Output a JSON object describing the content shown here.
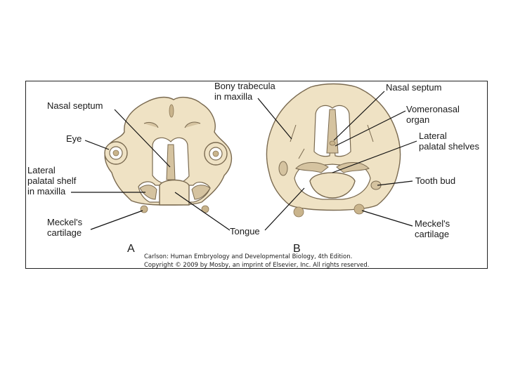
{
  "labels": {
    "nasal_septum_a": "Nasal septum",
    "eye": "Eye",
    "lateral_palatal_shelf_line1": "Lateral",
    "lateral_palatal_shelf_line2": "palatal shelf",
    "lateral_palatal_shelf_line3": "in maxilla",
    "meckels_a_line1": "Meckel's",
    "meckels_a_line2": "cartilage",
    "tongue": "Tongue",
    "bony_trabecula_line1": "Bony trabecula",
    "bony_trabecula_line2": "in maxilla",
    "nasal_septum_b": "Nasal septum",
    "vomeronasal_line1": "Vomeronasal",
    "vomeronasal_line2": "organ",
    "lateral_shelves_line1": "Lateral",
    "lateral_shelves_line2": "palatal shelves",
    "tooth_bud": "Tooth bud",
    "meckels_b_line1": "Meckel's",
    "meckels_b_line2": "cartilage"
  },
  "panels": {
    "a": "A",
    "b": "B"
  },
  "credit": {
    "line1": "Carlson: Human Embryology and Developmental Biology, 4th Edition.",
    "line2": "Copyright © 2009 by Mosby, an imprint of Elsevier, Inc. All rights reserved."
  }
}
